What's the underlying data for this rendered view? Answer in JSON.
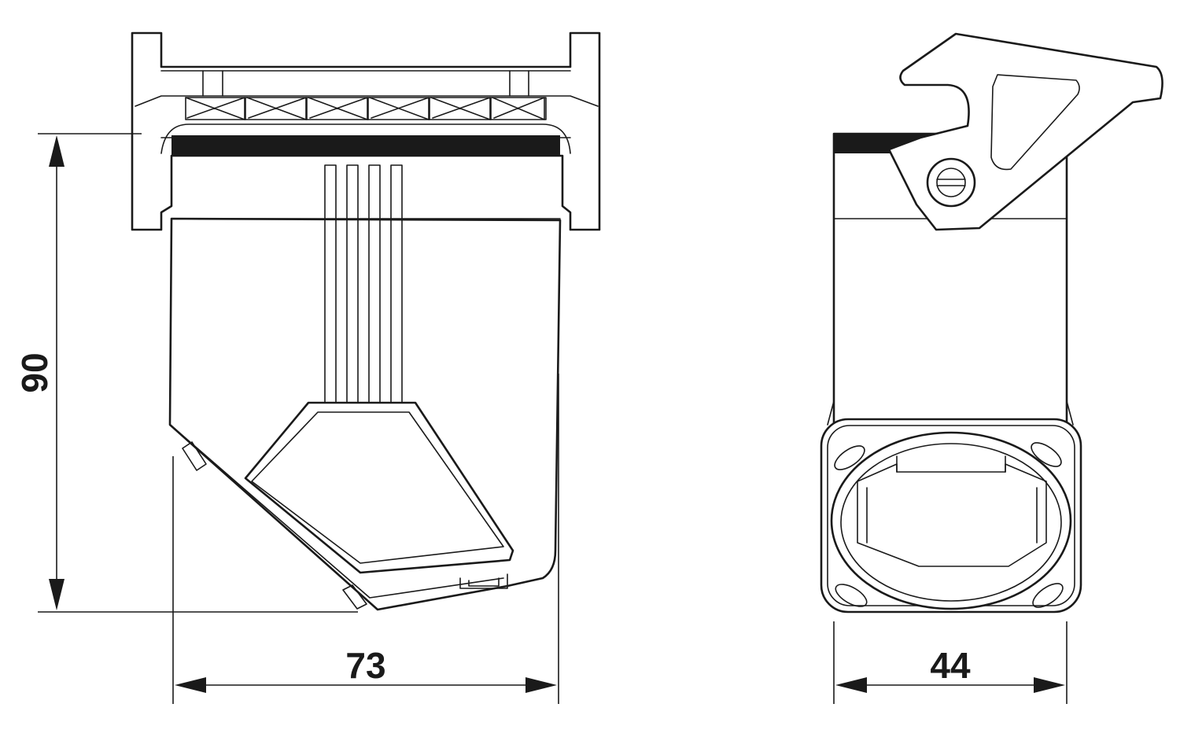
{
  "dimensions": {
    "height": "90",
    "front_width": "73",
    "side_width": "44"
  }
}
